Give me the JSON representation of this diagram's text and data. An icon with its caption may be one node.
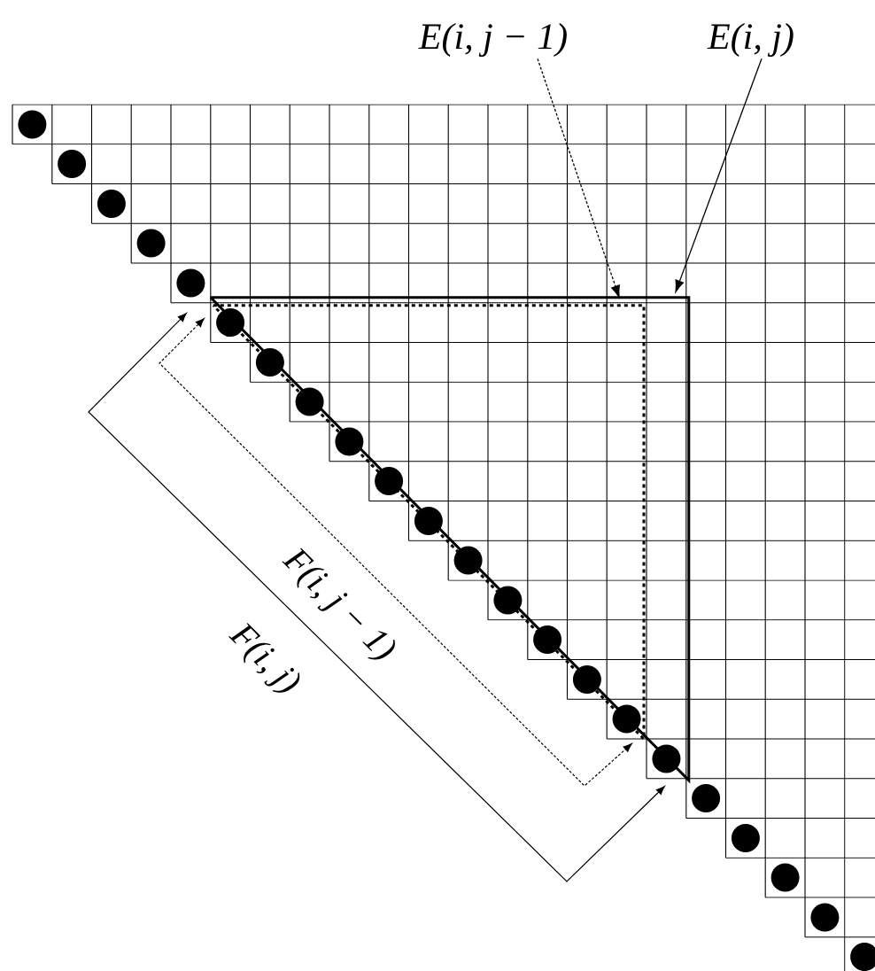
{
  "diagram": {
    "nodes": [
      {
        "text": [
          "E(i, j − 1)"
        ]
      },
      {
        "text": [
          "E(i, j)"
        ]
      }
    ],
    "edges": [
      {
        "from": 0,
        "to": null,
        "arrow": "to",
        "style": "dashed"
      },
      {
        "from": 1,
        "to": null,
        "arrow": "to"
      }
    ],
    "labels": [
      "F(i, j − 1)",
      "F(i, j)"
    ]
  }
}
